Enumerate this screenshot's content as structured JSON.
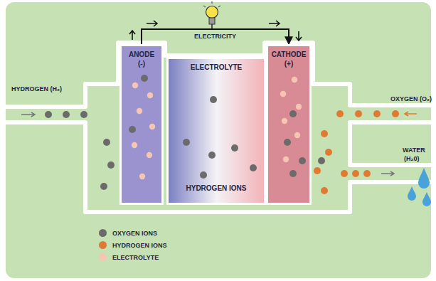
{
  "diagram": {
    "nodes": [
      {
        "text": [
          "ANODE",
          "(-)"
        ]
      },
      {
        "text": [
          "ELECTROLYTE",
          "HYDROGEN IONS"
        ]
      },
      {
        "text": [
          "CATHODE",
          "(+)"
        ]
      }
    ],
    "edges": [
      {
        "from": 0,
        "to": 2,
        "arrow": "to",
        "label": "ELECTRICITY"
      }
    ],
    "labels": [
      "HYDROGEN (H₂)",
      "OXYGEN (O₂)",
      "WATER",
      "(H₂0)"
    ],
    "legend": [
      {
        "text": "OXYGEN IONS",
        "color": "#6b6b6b"
      },
      {
        "text": "HYDROGEN IONS",
        "color": "#e07a33"
      },
      {
        "text": "ELECTROLYTE",
        "color": "#f6c6b2"
      }
    ]
  }
}
